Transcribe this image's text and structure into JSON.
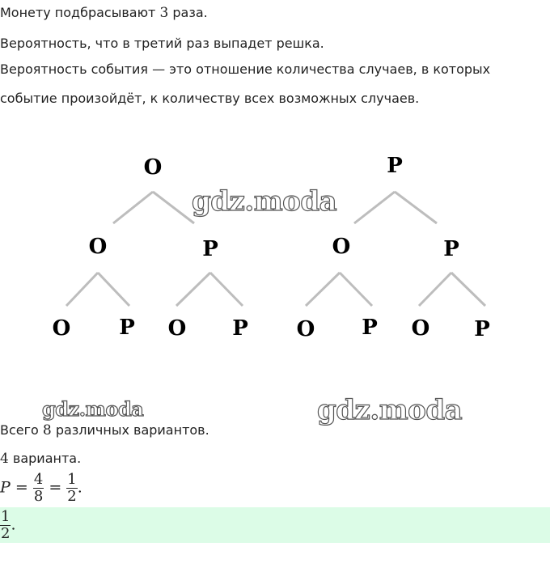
{
  "intro": {
    "p1_before": "Монету подбрасывают ",
    "p1_num": "3",
    "p1_after": " раза.",
    "p2": "Вероятность, что в третий раз выпадет решка.",
    "p3_line1": "Вероятность события — это отношение количества случаев, в которых",
    "p3_line2": "событие произойдёт, к количеству всех возможных случаев."
  },
  "tree": {
    "level1": [
      "О",
      "Р"
    ],
    "level2": [
      "О",
      "Р",
      "О",
      "Р"
    ],
    "level3": [
      "О",
      "Р",
      "О",
      "Р",
      "О",
      "Р",
      "О",
      "Р"
    ]
  },
  "watermark": "gdz.moda",
  "results": {
    "total_before": "Всего ",
    "total_num": "8",
    "total_after": " различных вариантов.",
    "favorable_num": "4",
    "favorable_after": " варианта.",
    "formula_var": "P",
    "formula_eq": "=",
    "frac1_num": "4",
    "frac1_den": "8",
    "frac2_num": "1",
    "frac2_den": "2",
    "formula_end": "."
  },
  "answer": {
    "num": "1",
    "den": "2",
    "end": "."
  }
}
